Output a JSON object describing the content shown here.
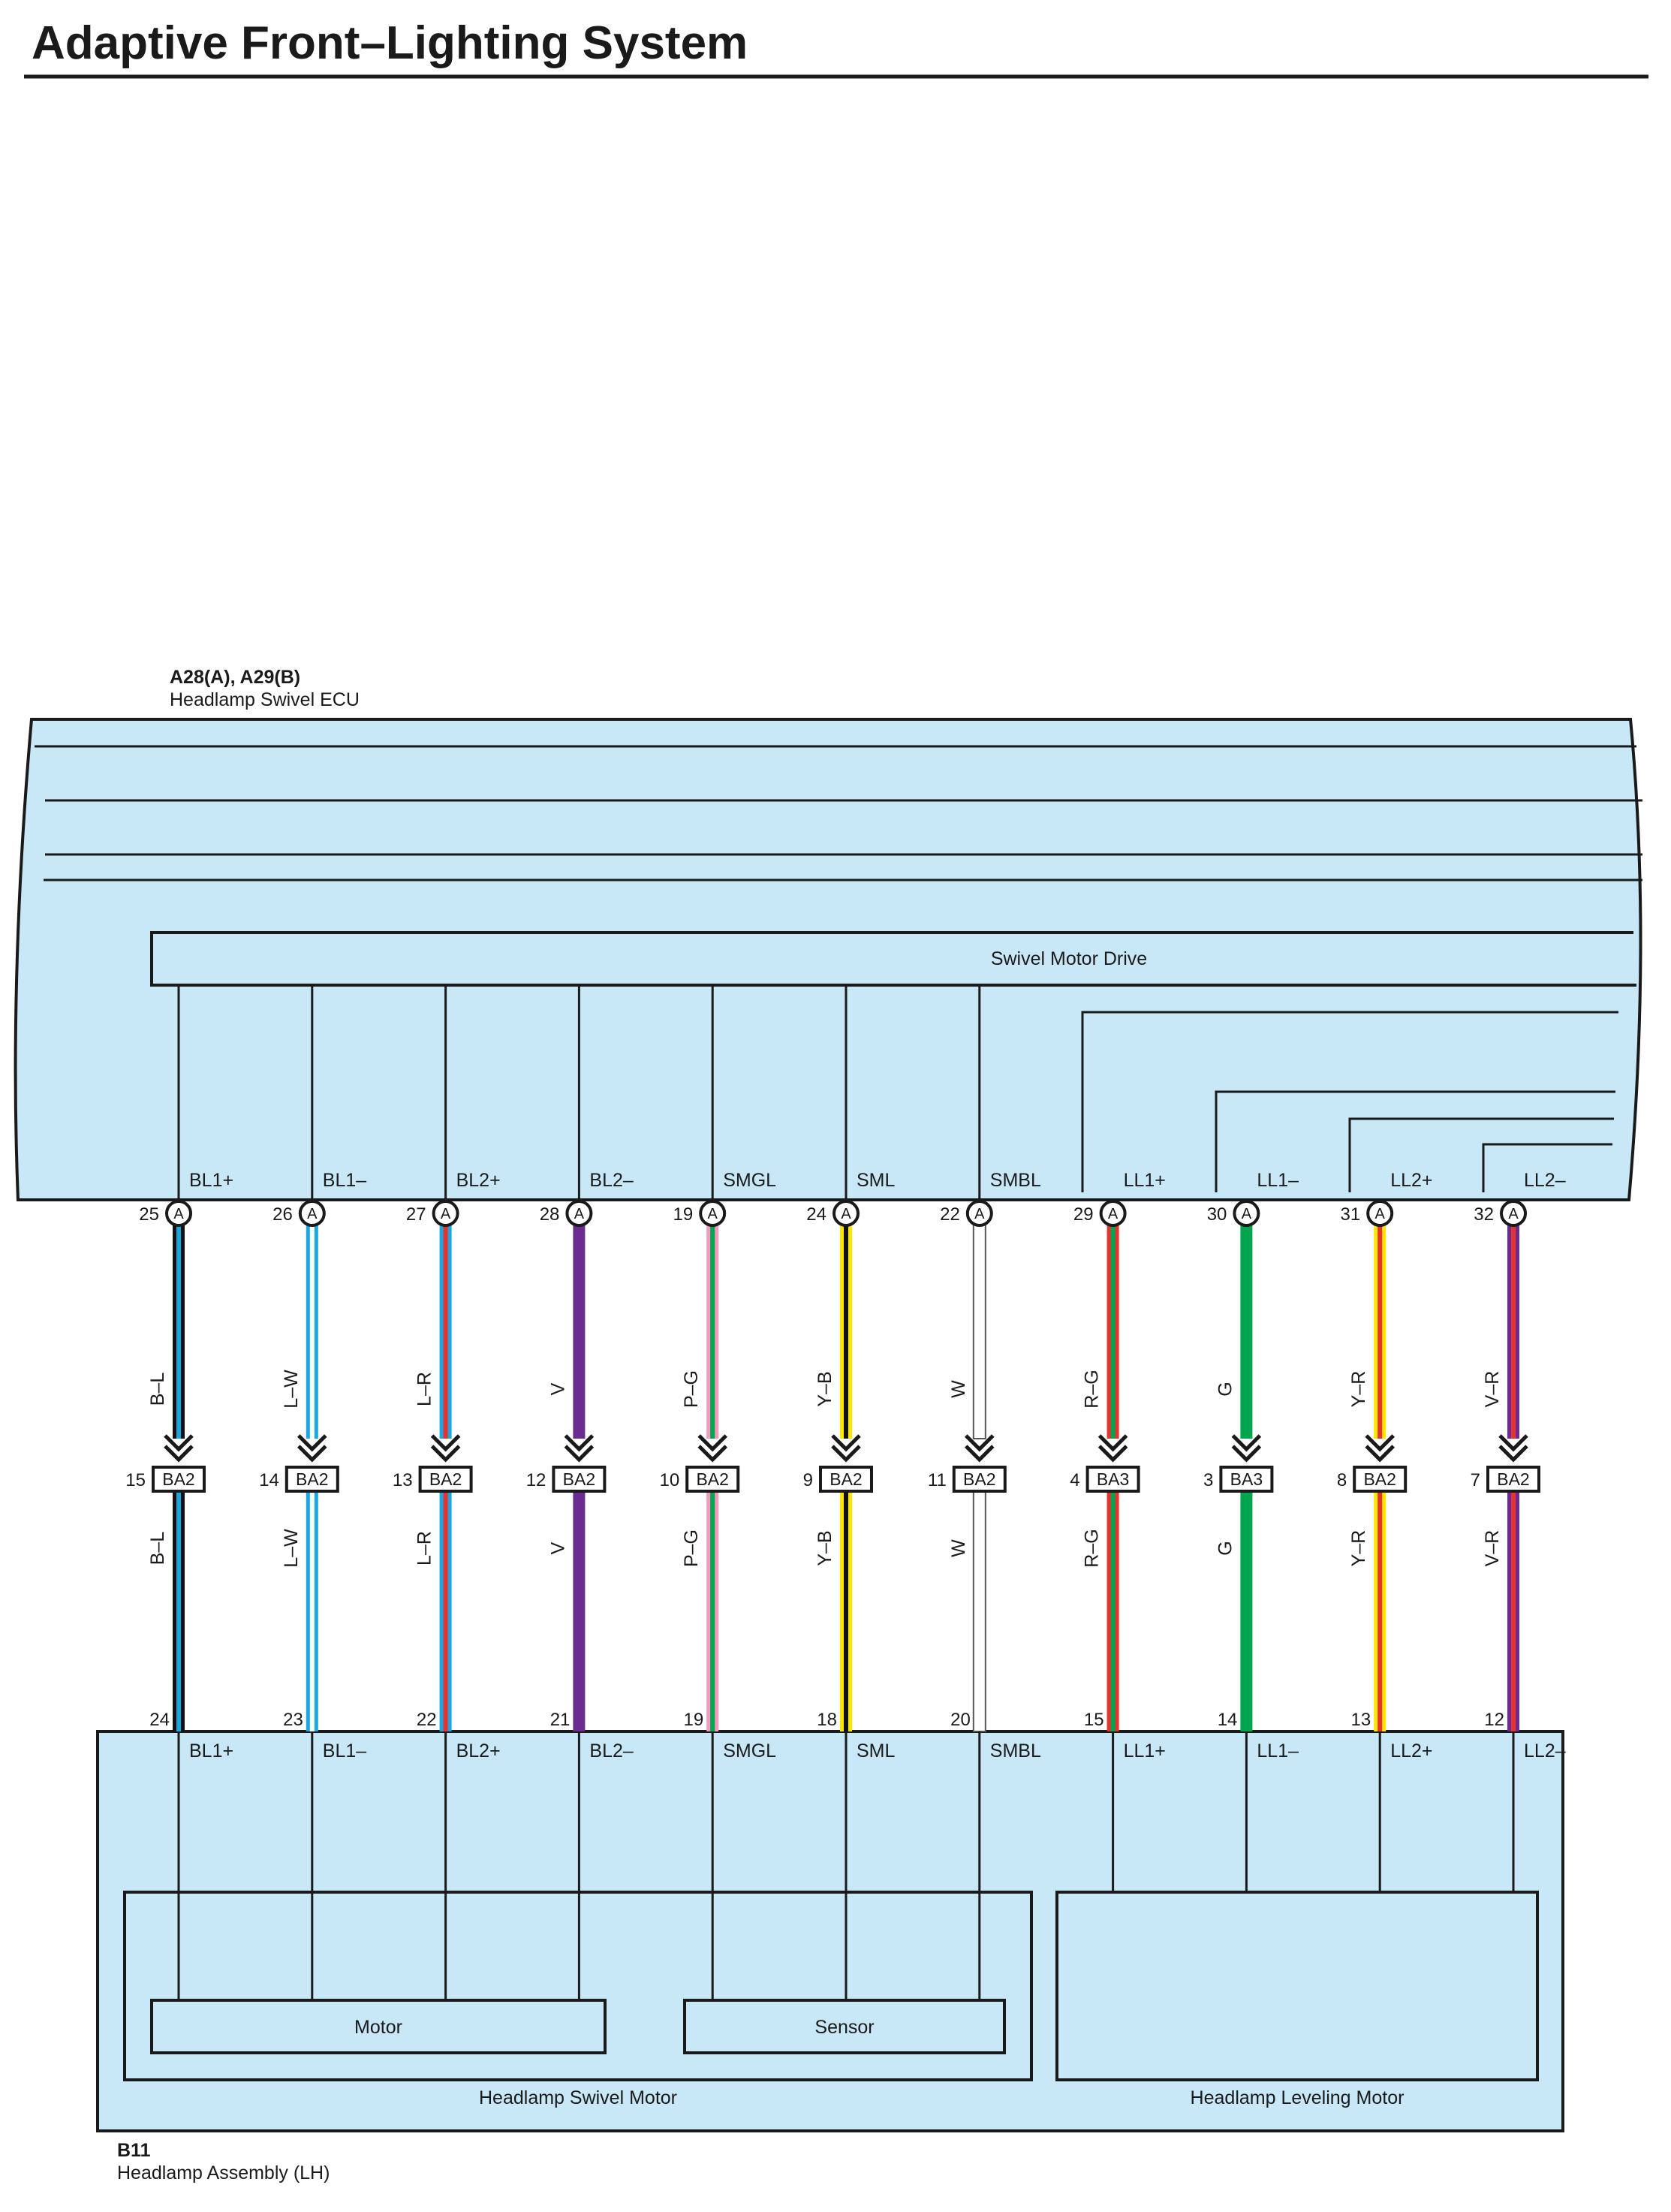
{
  "title": "Adaptive Front–Lighting System",
  "ecu": {
    "code": "A28(A), A29(B)",
    "name": "Headlamp Swivel ECU",
    "drive_block": "Swivel Motor Drive"
  },
  "assembly": {
    "code": "B11",
    "name": "Headlamp Assembly (LH)",
    "swivel_motor": "Headlamp Swivel Motor",
    "leveling_motor": "Headlamp Leveling Motor",
    "motor": "Motor",
    "sensor": "Sensor"
  },
  "colors": {
    "ecu_fill": "#c8e8f8",
    "outline": "#1a1a1a",
    "B": "#111111",
    "L": "#1aa6e0",
    "W": "#ffffff",
    "R": "#e8322e",
    "V": "#6a2c91",
    "P": "#f29bbd",
    "G": "#00a64f",
    "Y": "#ffe600"
  },
  "circuits": [
    {
      "signal": "BL1+",
      "ecu_pin": "25",
      "conn": "A",
      "color_code": "B–L",
      "joint": "BA2",
      "joint_in": "15",
      "asm_pin": "24",
      "base": "B",
      "stripe": "L"
    },
    {
      "signal": "BL1–",
      "ecu_pin": "26",
      "conn": "A",
      "color_code": "L–W",
      "joint": "BA2",
      "joint_in": "14",
      "asm_pin": "23",
      "base": "L",
      "stripe": "W"
    },
    {
      "signal": "BL2+",
      "ecu_pin": "27",
      "conn": "A",
      "color_code": "L–R",
      "joint": "BA2",
      "joint_in": "13",
      "asm_pin": "22",
      "base": "L",
      "stripe": "R"
    },
    {
      "signal": "BL2–",
      "ecu_pin": "28",
      "conn": "A",
      "color_code": "V",
      "joint": "BA2",
      "joint_in": "12",
      "asm_pin": "21",
      "base": "V",
      "stripe": ""
    },
    {
      "signal": "SMGL",
      "ecu_pin": "19",
      "conn": "A",
      "color_code": "P–G",
      "joint": "BA2",
      "joint_in": "10",
      "asm_pin": "19",
      "base": "P",
      "stripe": "G"
    },
    {
      "signal": "SML",
      "ecu_pin": "24",
      "conn": "A",
      "color_code": "Y–B",
      "joint": "BA2",
      "joint_in": "9",
      "asm_pin": "18",
      "base": "Y",
      "stripe": "B"
    },
    {
      "signal": "SMBL",
      "ecu_pin": "22",
      "conn": "A",
      "color_code": "W",
      "joint": "BA2",
      "joint_in": "11",
      "asm_pin": "20",
      "base": "W",
      "stripe": ""
    },
    {
      "signal": "LL1+",
      "ecu_pin": "29",
      "conn": "A",
      "color_code": "R–G",
      "joint": "BA3",
      "joint_in": "4",
      "asm_pin": "15",
      "base": "R",
      "stripe": "G"
    },
    {
      "signal": "LL1–",
      "ecu_pin": "30",
      "conn": "A",
      "color_code": "G",
      "joint": "BA3",
      "joint_in": "3",
      "asm_pin": "14",
      "base": "G",
      "stripe": ""
    },
    {
      "signal": "LL2+",
      "ecu_pin": "31",
      "conn": "A",
      "color_code": "Y–R",
      "joint": "BA2",
      "joint_in": "8",
      "asm_pin": "13",
      "base": "Y",
      "stripe": "R"
    },
    {
      "signal": "LL2–",
      "ecu_pin": "32",
      "conn": "A",
      "color_code": "V–R",
      "joint": "BA2",
      "joint_in": "7",
      "asm_pin": "12",
      "base": "V",
      "stripe": "R"
    }
  ]
}
